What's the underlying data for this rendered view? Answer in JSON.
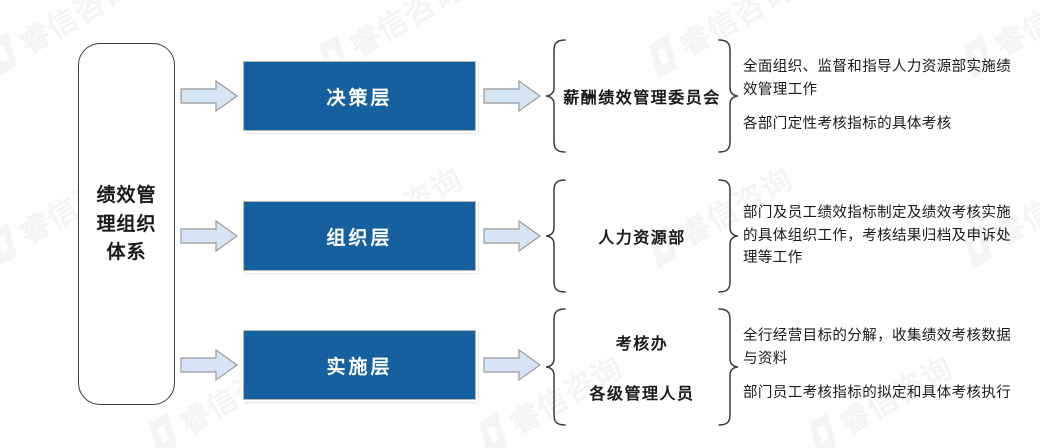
{
  "watermark": {
    "text": "睿信咨询",
    "logo_icon": "hexagon-logo-icon"
  },
  "diagram": {
    "title": "绩效管理组织体系",
    "root": {
      "label_lines": [
        "绩效管",
        "理组织",
        "体系"
      ],
      "label": "绩效管理组织体系"
    },
    "colors": {
      "box_blue": "#17609f",
      "arrow_fill": "#d6e5f6",
      "arrow_border": "#9a9a9a",
      "outline": "#3b3b3b",
      "text": "#1a1a1a",
      "watermark": "#e9eaef"
    },
    "rows": [
      {
        "layer": "决策层",
        "units": [
          "薪酬绩效管理委员会"
        ],
        "duties": [
          "全面组织、监督和指导人力资源部实施绩效管理工作",
          "各部门定性考核指标的具体考核"
        ]
      },
      {
        "layer": "组织层",
        "units": [
          "人力资源部"
        ],
        "duties": [
          "部门及员工绩效指标制定及绩效考核实施的具体组织工作，考核结果归档及申诉处理等工作"
        ]
      },
      {
        "layer": "实施层",
        "units": [
          "考核办",
          "各级管理人员"
        ],
        "duties": [
          "全行经营目标的分解，收集绩效考核数据与资料",
          "部门员工考核指标的拟定和具体考核执行"
        ]
      }
    ]
  }
}
